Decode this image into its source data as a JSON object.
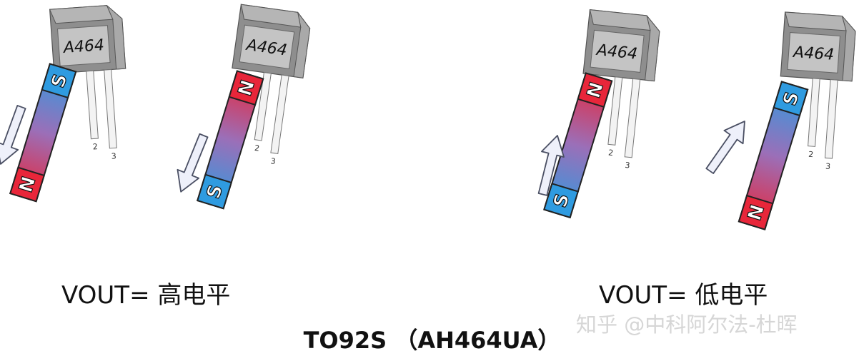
{
  "figures": [
    {
      "chip_label": "A464",
      "pins": [
        "2",
        "3"
      ],
      "magnet_top": "S",
      "magnet_bottom": "N",
      "arrow": "down"
    },
    {
      "chip_label": "A464",
      "pins": [
        "2",
        "3"
      ],
      "magnet_top": "N",
      "magnet_bottom": "S",
      "arrow": "down"
    },
    {
      "chip_label": "A464",
      "pins": [
        "2",
        "3"
      ],
      "magnet_top": "N",
      "magnet_bottom": "S",
      "arrow": "up"
    },
    {
      "chip_label": "A464",
      "pins": [
        "2",
        "3"
      ],
      "magnet_top": "S",
      "magnet_bottom": "N",
      "arrow": "up"
    }
  ],
  "captions": {
    "left": "VOUT=  高电平",
    "right": "VOUT=  低电平"
  },
  "footer": "TO92S  （AH464UA）",
  "watermark": "知乎 @中科阿尔法-杜晖",
  "colors": {
    "north": "#e8263a",
    "south": "#2f9be0",
    "mid": "#9b6fb8",
    "chip_body": "#8e8e8e",
    "chip_face": "#c4c4c4",
    "arrow_fill": "#eef0fa",
    "arrow_stroke": "#4a4f63"
  }
}
